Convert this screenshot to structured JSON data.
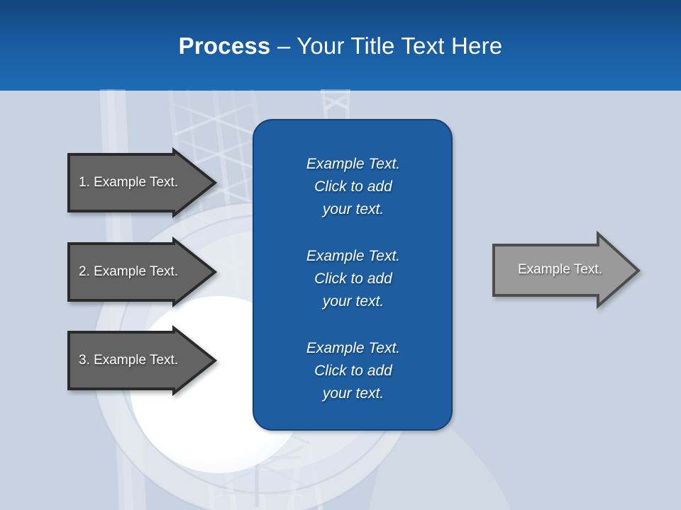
{
  "slide": {
    "title": {
      "strong": "Process",
      "rest": " – Your Title Text Here"
    },
    "theme": {
      "band_top_color": "#12467d",
      "band_bottom_color": "#1f6cb4",
      "page_background": "#c9d2e0",
      "panel_fill": "#1d5da0",
      "panel_border": "#183f72",
      "dark_arrow_fill": "#636363",
      "dark_arrow_border": "#2b2b2b",
      "light_arrow_fill": "#9a9a9a",
      "light_arrow_border": "#4d4d4d",
      "text_color": "#ffffff"
    },
    "background_image": {
      "description": "faded photo of a lattice radio tower with a large satellite dish"
    },
    "steps": [
      {
        "label": "1. Example Text."
      },
      {
        "label": "2. Example Text."
      },
      {
        "label": "3. Example Text."
      }
    ],
    "panel": {
      "blocks": [
        {
          "line1": "Example Text.",
          "line2": "Click  to add",
          "line3": "your text."
        },
        {
          "line1": "Example Text.",
          "line2": "Click  to add",
          "line3": "your text."
        },
        {
          "line1": "Example Text.",
          "line2": "Click  to add",
          "line3": "your text."
        }
      ]
    },
    "outcome": {
      "label": "Example Text."
    }
  }
}
